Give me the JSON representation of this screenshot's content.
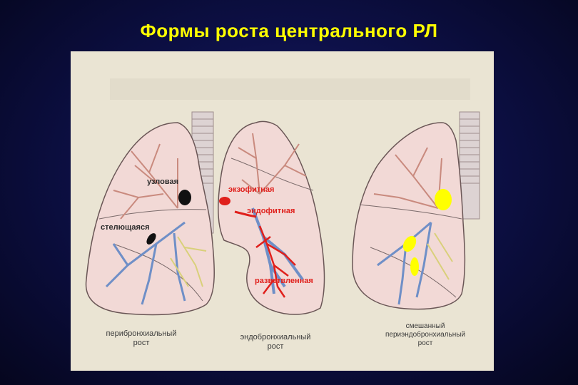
{
  "slide": {
    "title": "Формы роста центрального РЛ"
  },
  "labels": {
    "nodular": "узловая",
    "exophytic": "экзофитная",
    "endophytic": "эндофитная",
    "spreading": "стелющаяся",
    "branched": "разветвленная"
  },
  "captions": {
    "left": {
      "line1": "перибронхиальный",
      "line2": "рост"
    },
    "middle": {
      "line1": "эндобронхиальный",
      "line2": "рост"
    },
    "right": {
      "line1": "смешанный",
      "line2": "периэндобронхиальный",
      "line3": "рост"
    }
  },
  "colors": {
    "title": "#ffff00",
    "figure_background": "#eae4d3",
    "lung_fill": "#f2d9d6",
    "artery": "#c98a7e",
    "vein": "#6f8fc7",
    "lymph": "#d9d07a",
    "tumor_red": "#e0201c",
    "tumor_black": "#111111",
    "tumor_yellow": "#ffff00",
    "trachea": "#d9cfcf"
  }
}
